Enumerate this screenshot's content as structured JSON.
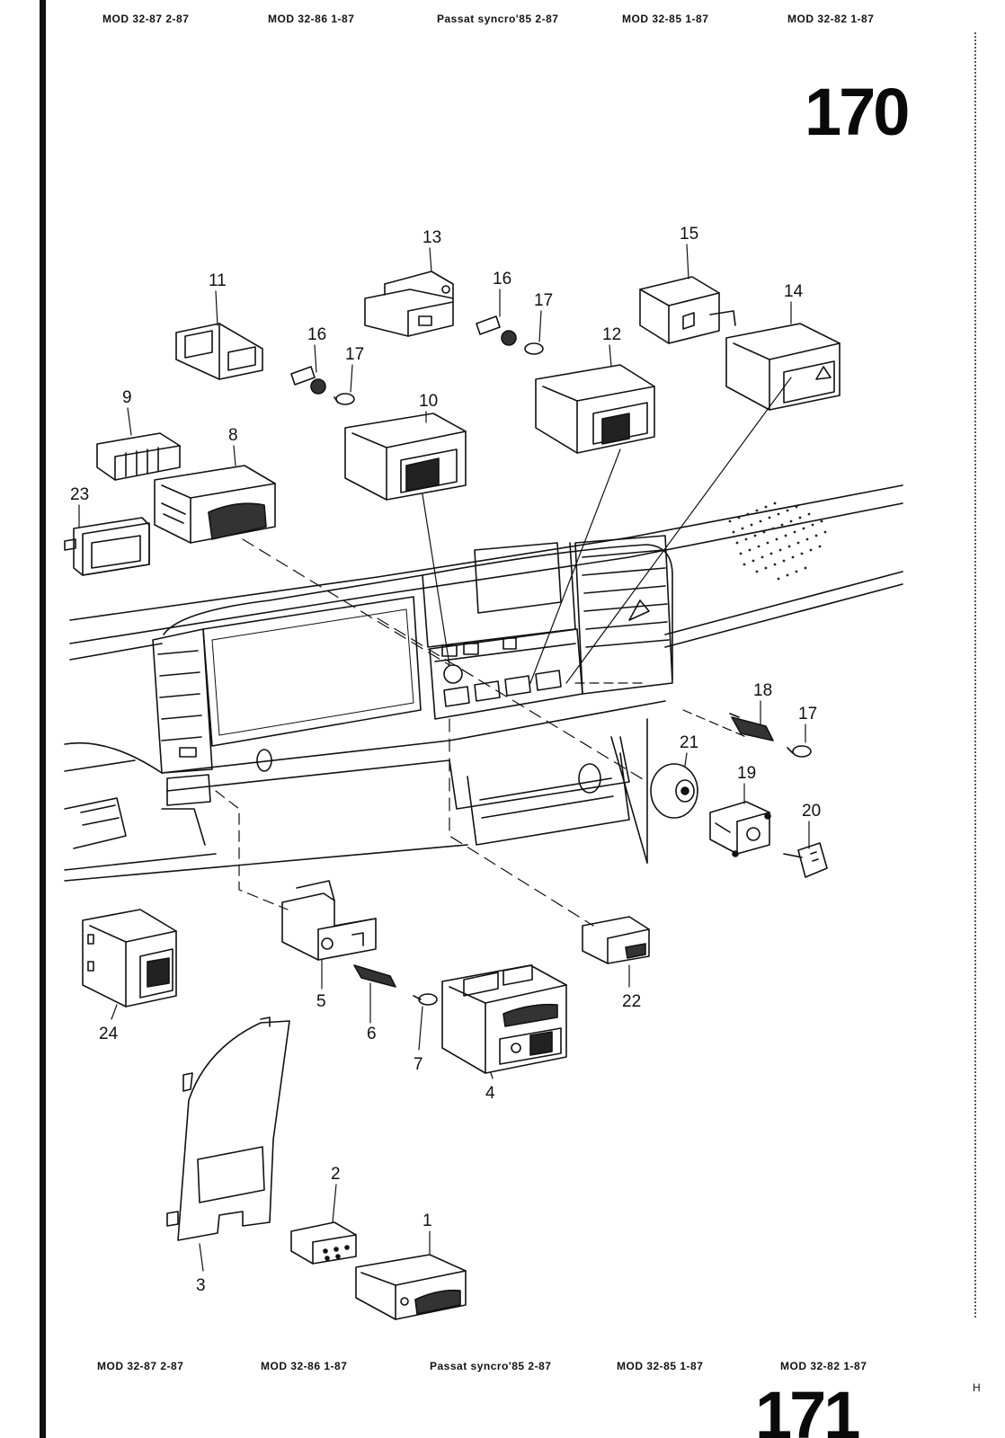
{
  "page": {
    "number": "170",
    "next_number": "171",
    "corner_mark": "H"
  },
  "header_refs": [
    "MOD 32-87  2-87",
    "MOD 32-86  1-87",
    "Passat syncro'85  2-87",
    "MOD 32-85  1-87",
    "MOD 32-82  1-87"
  ],
  "footer_refs": [
    "MOD 32-87  2-87",
    "MOD 32-86  1-87",
    "Passat syncro'85  2-87",
    "MOD 32-85  1-87",
    "MOD 32-82  1-87"
  ],
  "callouts": [
    "1",
    "2",
    "3",
    "4",
    "5",
    "6",
    "7",
    "8",
    "9",
    "10",
    "11",
    "12",
    "13",
    "14",
    "15",
    "16",
    "16",
    "17",
    "17",
    "17",
    "18",
    "19",
    "20",
    "21",
    "22",
    "23",
    "24"
  ],
  "colors": {
    "ink": "#111111",
    "paper": "#ffffff"
  }
}
